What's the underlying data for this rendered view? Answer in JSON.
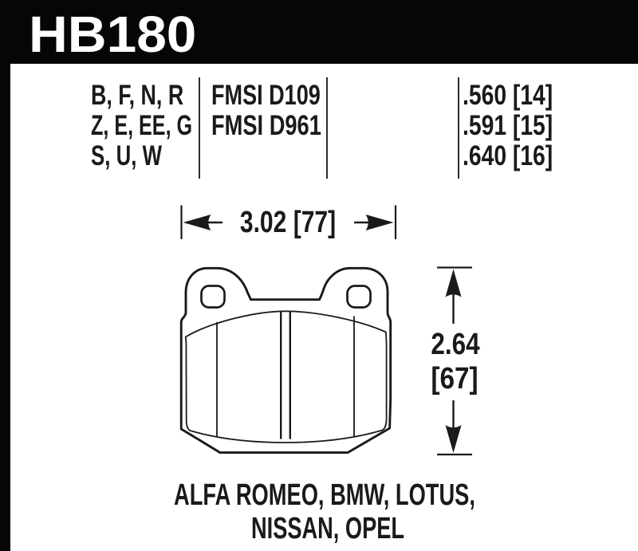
{
  "page": {
    "background": "#ffffff",
    "bar_color": "#060606",
    "ink_color": "#1a1a1a",
    "part_text_color": "#ffffff"
  },
  "header": {
    "part_number": "HB180"
  },
  "spec_table": {
    "compound_rows": [
      "B, F, N, R",
      "Z, E, EE, G",
      "S, U, W"
    ],
    "fmsi_rows": [
      "FMSI D109",
      "FMSI D961"
    ],
    "thickness_rows": [
      ".560 [14]",
      ".591 [15]",
      ".640 [16]"
    ]
  },
  "dimensions": {
    "width_label": "3.02 [77]",
    "height_inches": "2.64",
    "height_mm": "[67]"
  },
  "applications": {
    "line1": "ALFA ROMEO, BMW, LOTUS,",
    "line2": "NISSAN, OPEL"
  }
}
